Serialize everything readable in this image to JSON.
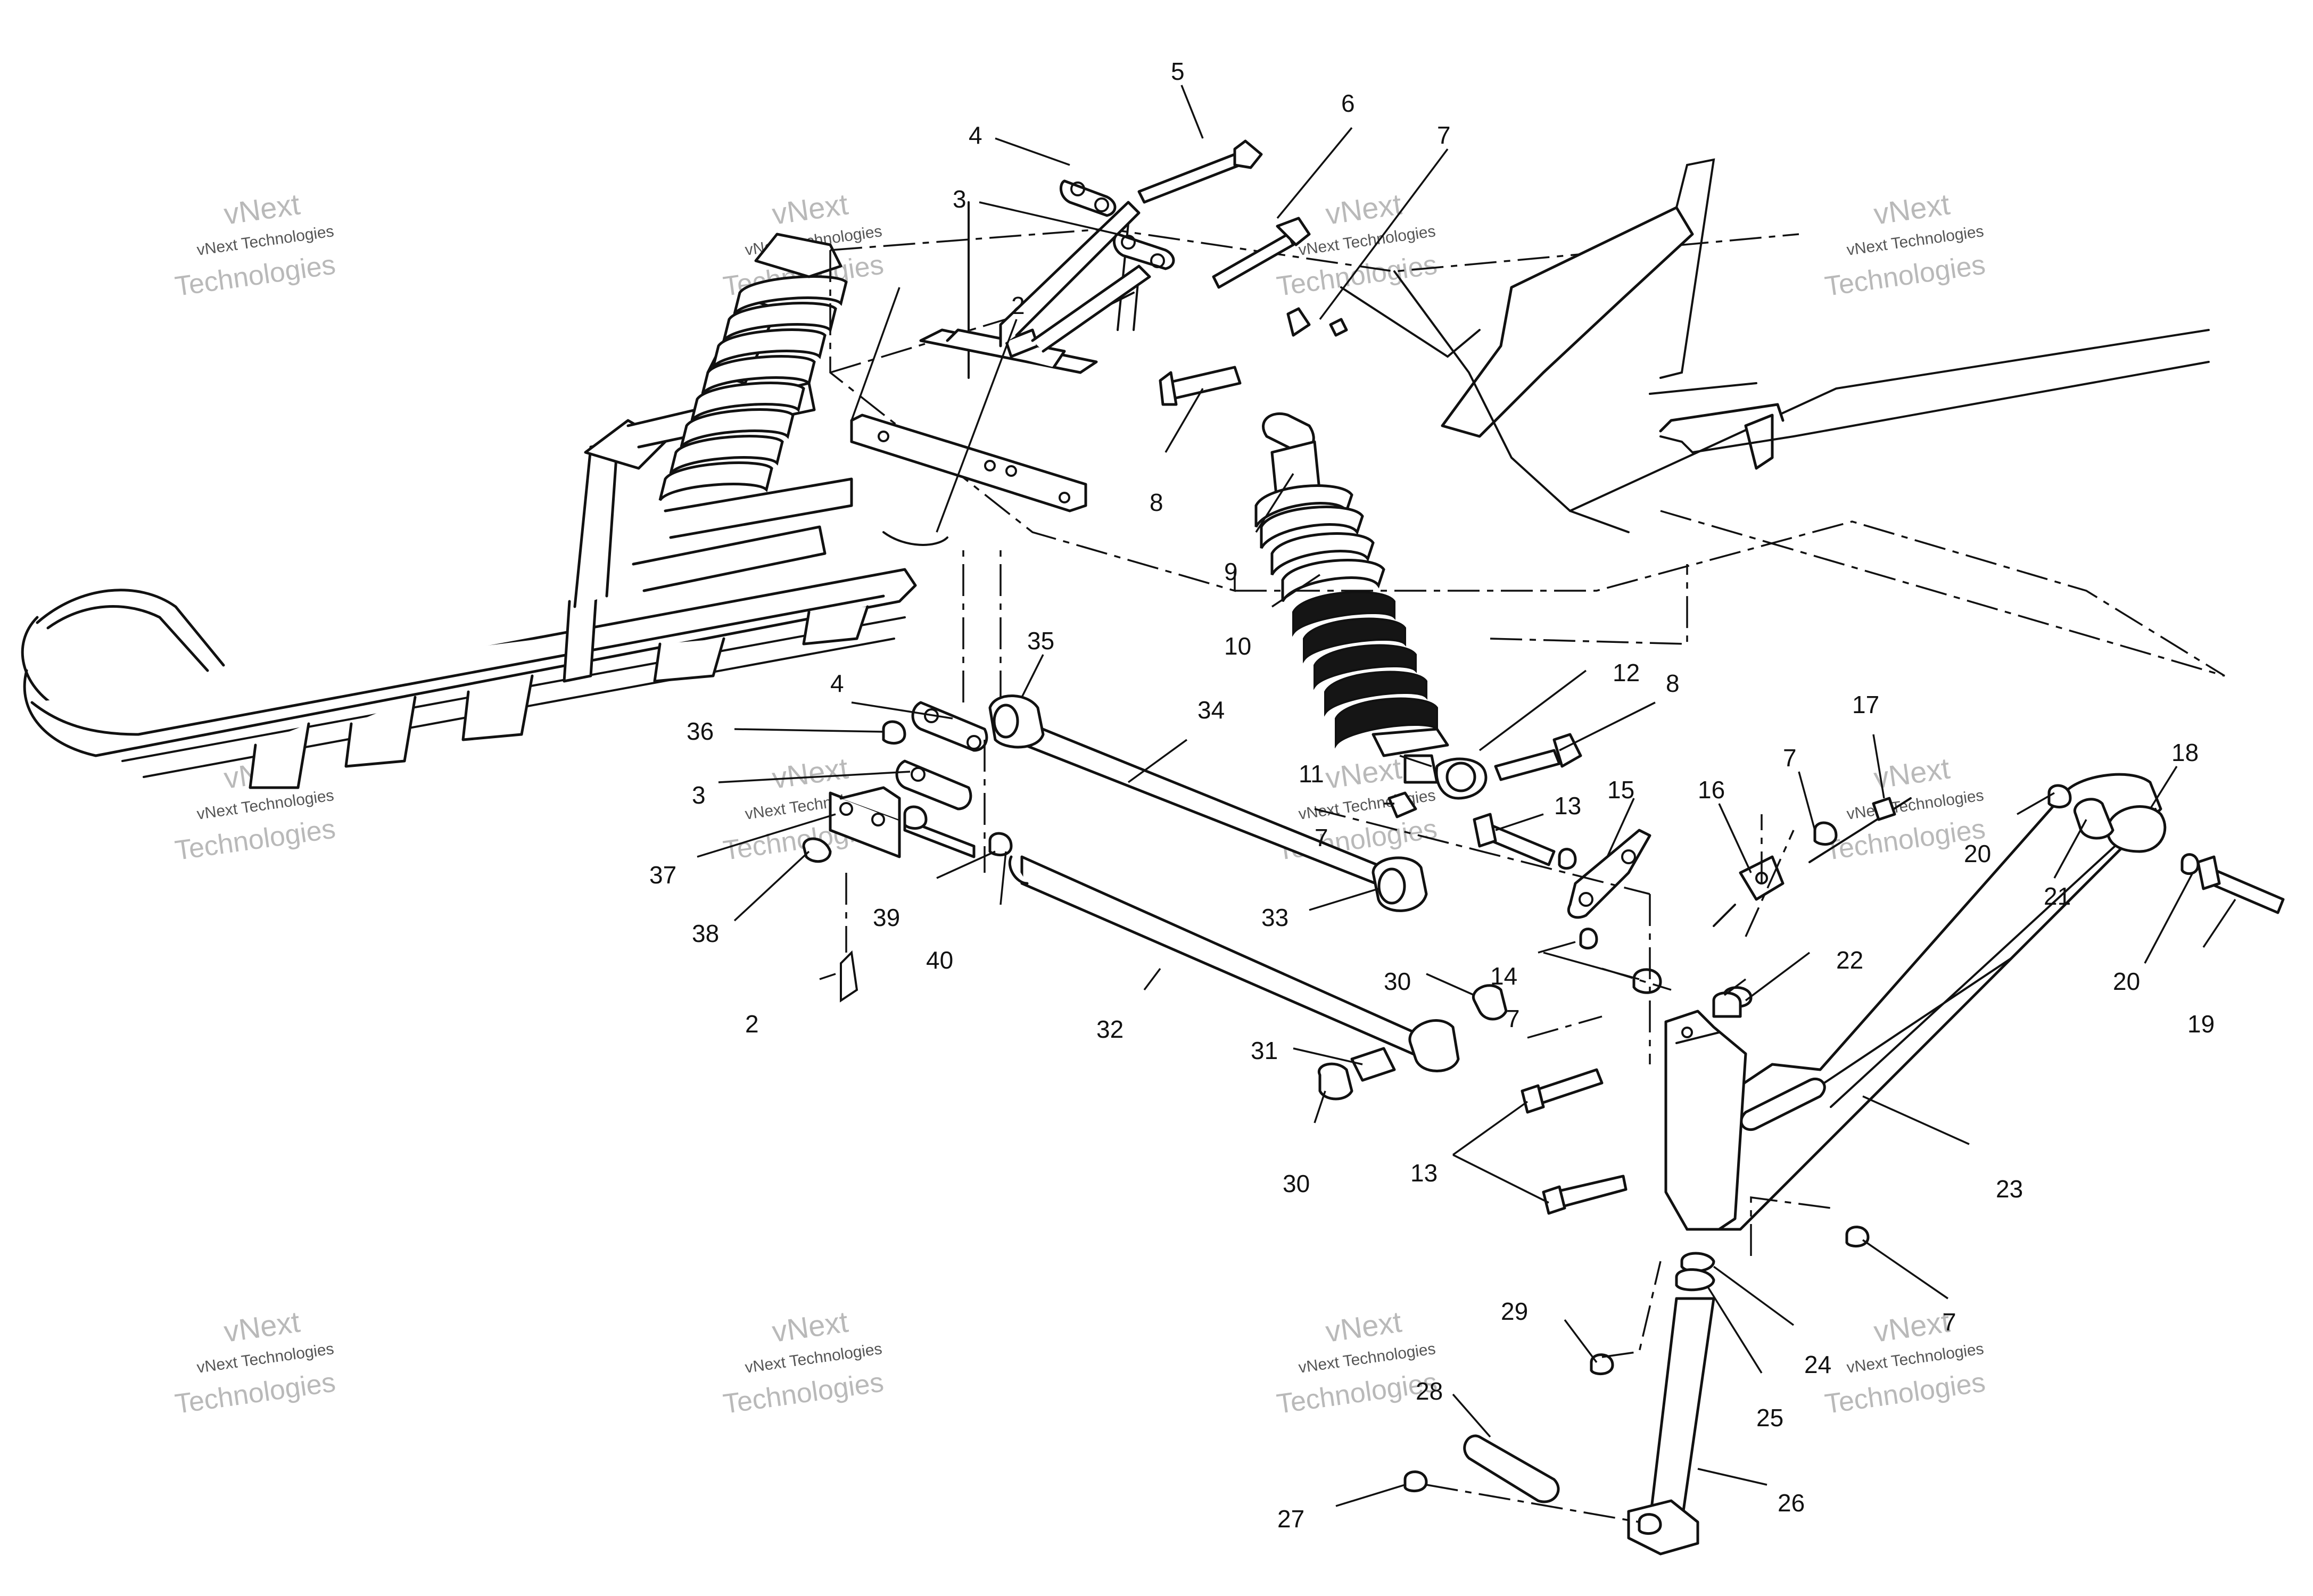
{
  "watermark": {
    "line1": "vNext",
    "line2": "vNext Technologies",
    "line3": "Technologies"
  },
  "callouts": [
    {
      "id": "c5",
      "text": "5"
    },
    {
      "id": "c4a",
      "text": "4"
    },
    {
      "id": "c6",
      "text": "6"
    },
    {
      "id": "c3a",
      "text": "3"
    },
    {
      "id": "c7a",
      "text": "7"
    },
    {
      "id": "c2a",
      "text": "2"
    },
    {
      "id": "c8a",
      "text": "8"
    },
    {
      "id": "c9",
      "text": "9"
    },
    {
      "id": "c10",
      "text": "10"
    },
    {
      "id": "c35",
      "text": "35"
    },
    {
      "id": "c4b",
      "text": "4"
    },
    {
      "id": "c36",
      "text": "36"
    },
    {
      "id": "c34",
      "text": "34"
    },
    {
      "id": "c3b",
      "text": "3"
    },
    {
      "id": "c37",
      "text": "37"
    },
    {
      "id": "c39",
      "text": "39"
    },
    {
      "id": "c38",
      "text": "38"
    },
    {
      "id": "c40",
      "text": "40"
    },
    {
      "id": "c2b",
      "text": "2"
    },
    {
      "id": "c33",
      "text": "33"
    },
    {
      "id": "c32",
      "text": "32"
    },
    {
      "id": "c12",
      "text": "12"
    },
    {
      "id": "c8b",
      "text": "8"
    },
    {
      "id": "c11",
      "text": "11"
    },
    {
      "id": "c7b",
      "text": "7"
    },
    {
      "id": "c13a",
      "text": "13"
    },
    {
      "id": "c15",
      "text": "15"
    },
    {
      "id": "c16",
      "text": "16"
    },
    {
      "id": "c7c",
      "text": "7"
    },
    {
      "id": "c17",
      "text": "17"
    },
    {
      "id": "c18",
      "text": "18"
    },
    {
      "id": "c20a",
      "text": "20"
    },
    {
      "id": "c21",
      "text": "21"
    },
    {
      "id": "c20b",
      "text": "20"
    },
    {
      "id": "c19",
      "text": "19"
    },
    {
      "id": "c14",
      "text": "14"
    },
    {
      "id": "c7d",
      "text": "7"
    },
    {
      "id": "c22",
      "text": "22"
    },
    {
      "id": "c30a",
      "text": "30"
    },
    {
      "id": "c31",
      "text": "31"
    },
    {
      "id": "c30b",
      "text": "30"
    },
    {
      "id": "c13b",
      "text": "13"
    },
    {
      "id": "c23",
      "text": "23"
    },
    {
      "id": "c7e",
      "text": "7"
    },
    {
      "id": "c24",
      "text": "24"
    },
    {
      "id": "c25",
      "text": "25"
    },
    {
      "id": "c29",
      "text": "29"
    },
    {
      "id": "c28",
      "text": "28"
    },
    {
      "id": "c26",
      "text": "26"
    },
    {
      "id": "c27",
      "text": "27"
    }
  ]
}
